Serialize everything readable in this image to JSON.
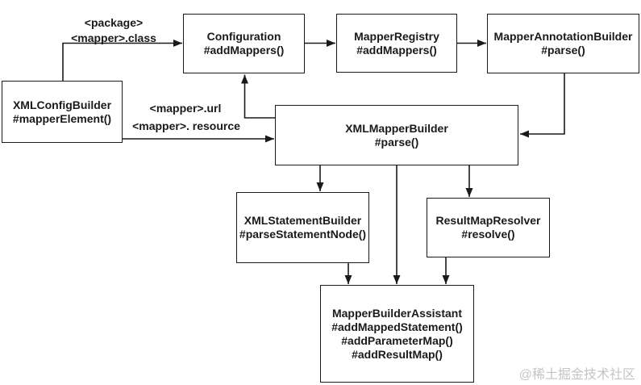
{
  "diagram": {
    "boxes": [
      {
        "name": "xml-config-builder",
        "lines": [
          "XMLConfigBuilder",
          "#mapperElement()"
        ]
      },
      {
        "name": "configuration",
        "lines": [
          "Configuration",
          "#addMappers()"
        ]
      },
      {
        "name": "mapper-registry",
        "lines": [
          "MapperRegistry",
          "#addMappers()"
        ]
      },
      {
        "name": "mapper-annotation-builder",
        "lines": [
          "MapperAnnotationBuilder",
          "#parse()"
        ]
      },
      {
        "name": "xml-mapper-builder",
        "lines": [
          "XMLMapperBuilder",
          "#parse()"
        ]
      },
      {
        "name": "xml-statement-builder",
        "lines": [
          "XMLStatementBuilder",
          "#parseStatementNode()"
        ]
      },
      {
        "name": "result-map-resolver",
        "lines": [
          "ResultMapResolver",
          "#resolve()"
        ]
      },
      {
        "name": "mapper-builder-assistant",
        "lines": [
          "MapperBuilderAssistant",
          "#addMappedStatement()",
          "#addParameterMap()",
          "#addResultMap()"
        ]
      }
    ],
    "edge_labels": {
      "package": "<package>",
      "mapper_class": "<mapper>.class",
      "mapper_url": "<mapper>.url",
      "mapper_resource": "<mapper>. resource"
    },
    "edges": [
      {
        "from": "XMLConfigBuilder",
        "to": "Configuration"
      },
      {
        "from": "Configuration",
        "to": "MapperRegistry"
      },
      {
        "from": "MapperRegistry",
        "to": "MapperAnnotationBuilder"
      },
      {
        "from": "MapperAnnotationBuilder",
        "to": "XMLMapperBuilder"
      },
      {
        "from": "XMLConfigBuilder",
        "to": "XMLMapperBuilder"
      },
      {
        "from": "XMLMapperBuilder",
        "to": "Configuration"
      },
      {
        "from": "XMLMapperBuilder",
        "to": "XMLStatementBuilder"
      },
      {
        "from": "XMLMapperBuilder",
        "to": "ResultMapResolver"
      },
      {
        "from": "XMLMapperBuilder",
        "to": "MapperBuilderAssistant"
      },
      {
        "from": "XMLStatementBuilder",
        "to": "MapperBuilderAssistant"
      },
      {
        "from": "ResultMapResolver",
        "to": "MapperBuilderAssistant"
      }
    ],
    "watermark": "@稀土掘金技术社区",
    "colors": {
      "line": "#1a1a1a",
      "text": "#1a1a1a",
      "watermark": "#c4c4c4",
      "background": "#ffffff"
    }
  }
}
